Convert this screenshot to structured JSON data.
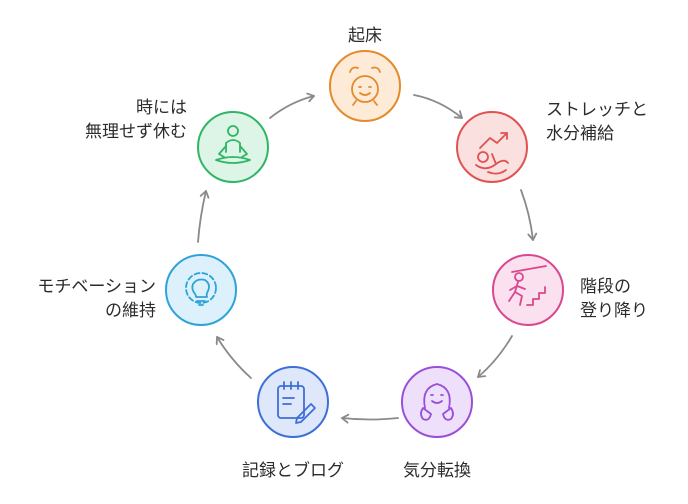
{
  "nodes": [
    {
      "id": "wake",
      "lines": [
        "起床"
      ],
      "fill": "#fdebd7",
      "stroke": "#e58a2c",
      "icon": "alarm-clock-icon"
    },
    {
      "id": "stretch",
      "lines": [
        "ストレッチと",
        "水分補給"
      ],
      "fill": "#fbe0e0",
      "stroke": "#e05252",
      "icon": "stretching-person-icon"
    },
    {
      "id": "stairs",
      "lines": [
        "階段の",
        "登り降り"
      ],
      "fill": "#fbe0ef",
      "stroke": "#d9488f",
      "icon": "stairs-climbing-icon"
    },
    {
      "id": "refresh",
      "lines": [
        "気分転換"
      ],
      "fill": "#eee0fb",
      "stroke": "#9a4fd9",
      "icon": "smiling-face-icon"
    },
    {
      "id": "record",
      "lines": [
        "記録とブログ"
      ],
      "fill": "#dfe8fb",
      "stroke": "#3d6fd9",
      "icon": "notepad-pencil-icon"
    },
    {
      "id": "motivation",
      "lines": [
        "モチベーション",
        "の維持"
      ],
      "fill": "#dcf1fb",
      "stroke": "#2ea3d9",
      "icon": "lightbulb-gear-icon"
    },
    {
      "id": "rest",
      "lines": [
        "時には",
        "無理せず休む"
      ],
      "fill": "#dcf5e6",
      "stroke": "#2fb565",
      "icon": "meditating-person-icon"
    }
  ],
  "arrow_color": "#8a8a8a"
}
